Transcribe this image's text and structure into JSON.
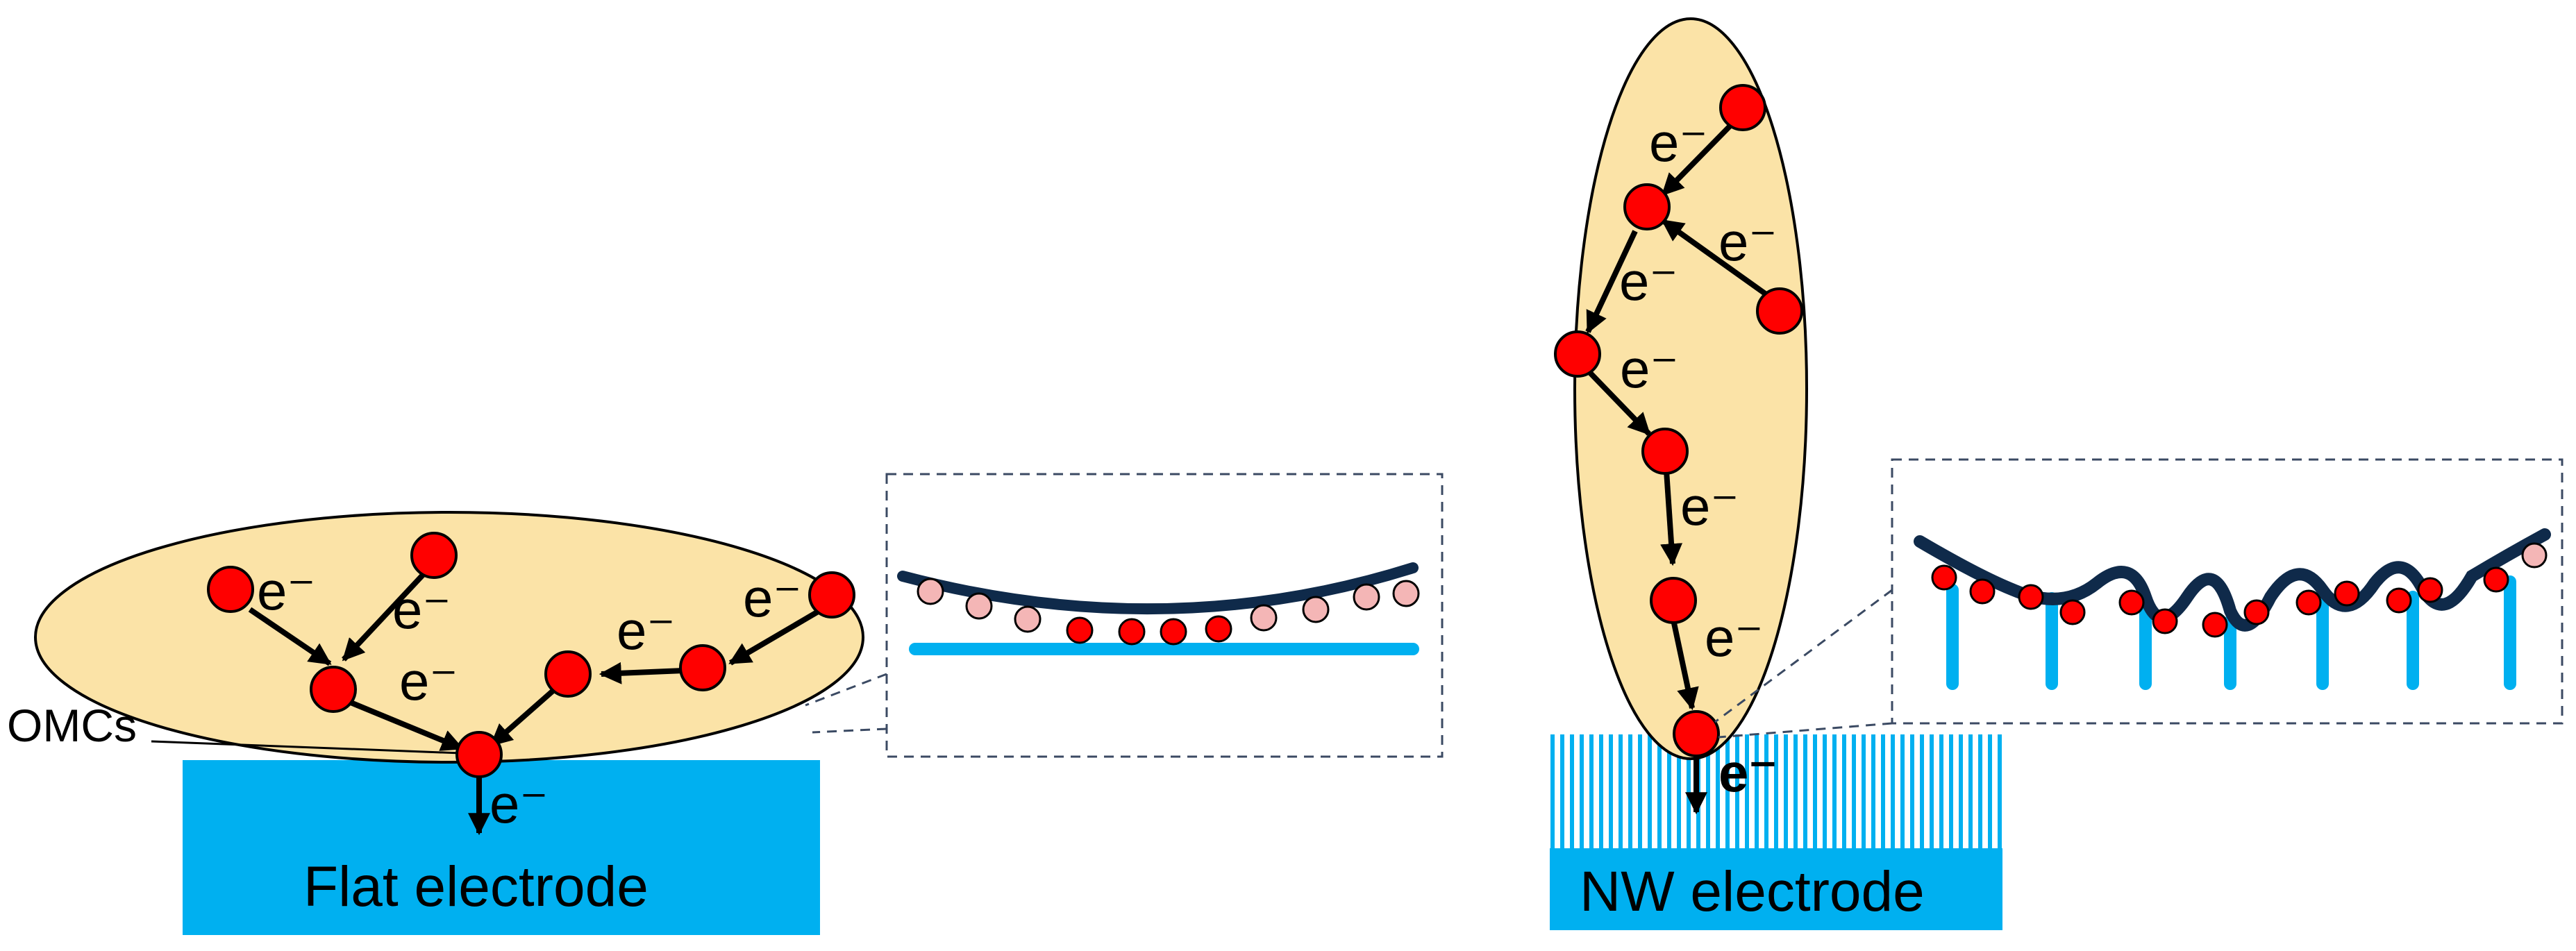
{
  "labels": {
    "omcs": "OMCs",
    "flat_electrode": "Flat electrode",
    "nw_electrode": "NW electrode",
    "electron": "e⁻"
  },
  "colors": {
    "cell_fill": "#fbe3a7",
    "electrode": "#00b0f0",
    "omc_red": "#ff0000",
    "omc_pink": "#f4b6b6",
    "membrane": "#0f2a4a",
    "inset_border": "#3b4a63"
  }
}
